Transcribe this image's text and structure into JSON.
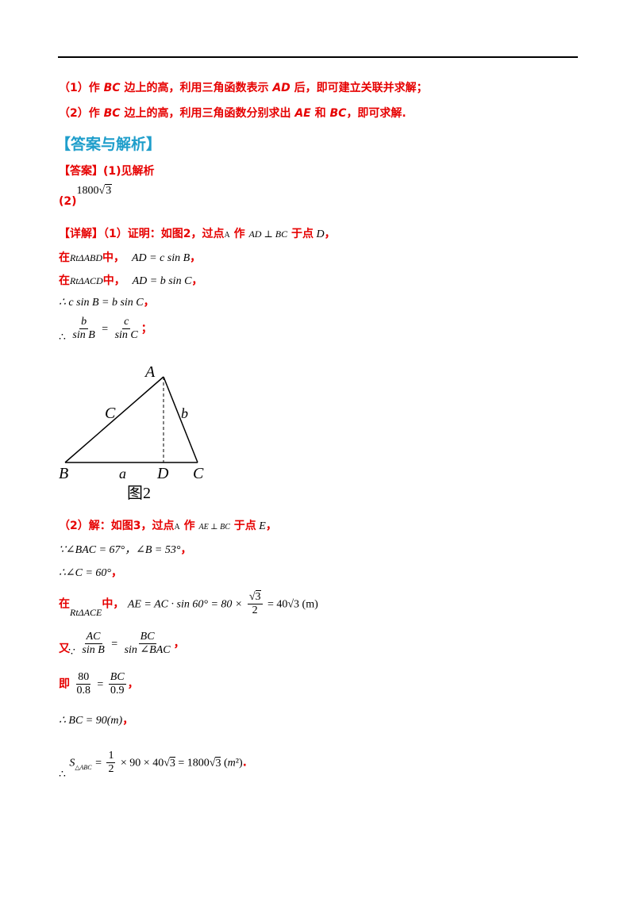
{
  "hints": {
    "item1": "（1）作 BC 边上的高，利用三角函数表示 AD 后，即可建立关联并求解；",
    "item2": "（2）作 BC 边上的高，利用三角函数分别求出 AE 和 BC，即可求解."
  },
  "section_title": "【答案与解析】",
  "answer": {
    "label": "【答案】",
    "part1": "(1)见解析",
    "part2_label": "(2)",
    "part2_value": "1800√3"
  },
  "detail": {
    "label": "【详解】",
    "intro": "（1）证明：如图2，过点 A 作 AD ⊥ BC 于点 D，",
    "line1_prefix": "在",
    "line1_tri": "RtΔABD",
    "line1_mid": "中，",
    "line1_eq": "AD = c sin B",
    "line2_prefix": "在",
    "line2_tri": "RtΔACD",
    "line2_mid": "中，",
    "line2_eq": "AD = b sin C",
    "line3": "∴ c sin B = b sin C",
    "line4_therefore": "∴"
  },
  "figure": {
    "caption": "图2",
    "labels": [
      "A",
      "B",
      "C",
      "D",
      "a",
      "b",
      "C"
    ]
  },
  "part2": {
    "intro": "（2）解：如图3，过点 A 作 AE ⊥ BC 于点 E，",
    "given": "∵∠BAC = 67°，∠B = 53°",
    "angleC": "∴∠C = 60°",
    "tri_prefix": "在",
    "tri_name": "RtΔACE",
    "tri_mid": "中，",
    "ae_eq": "AE = AC · sin 60° = 80 ×",
    "ae_result": "= 40√3 (m)",
    "also": "又",
    "because": "∵",
    "ji": "即",
    "bc_result": "∴ BC = 90(m)",
    "area_eq": "= 1/2 × 90 × 40√3 = 1800√3 (m²)"
  }
}
